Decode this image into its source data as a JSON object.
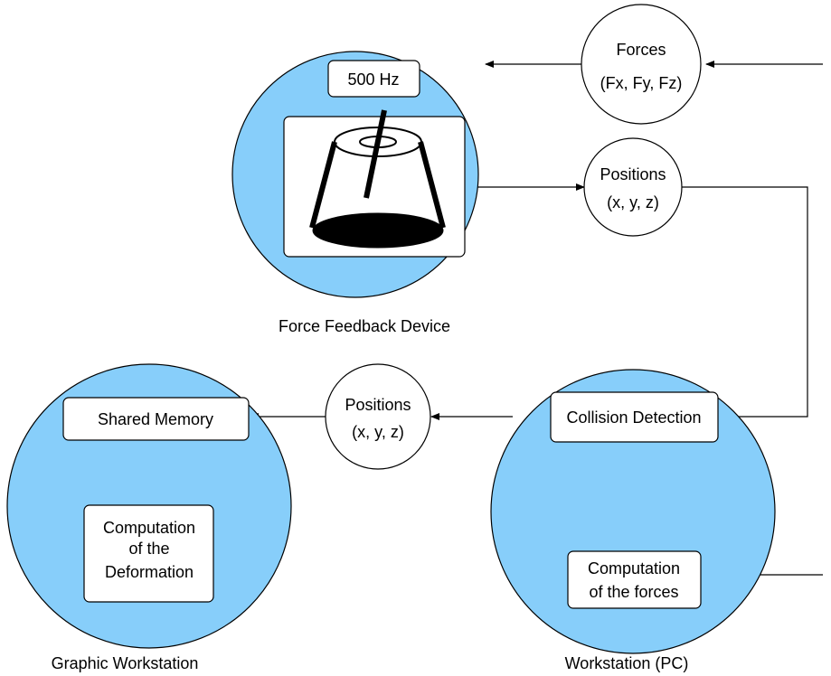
{
  "colors": {
    "node_fill": "#87cefa",
    "stroke": "#000000",
    "box_fill": "#ffffff"
  },
  "force_feedback_device": {
    "caption": "Force Feedback Device",
    "rate_label": "500 Hz",
    "device_icon": "haptic-device-icon"
  },
  "workstation_pc": {
    "caption": "Workstation (PC)",
    "collision_label": "Collision Detection",
    "forces_label_line1": "Computation",
    "forces_label_line2": "of the forces"
  },
  "graphic_workstation": {
    "caption": "Graphic Workstation",
    "shared_memory_label": "Shared Memory",
    "deform_label_line1": "Computation",
    "deform_label_line2": "of the",
    "deform_label_line3": "Deformation"
  },
  "bubbles": {
    "forces_line1": "Forces",
    "forces_line2": "(Fx, Fy, Fz)",
    "positions_top_line1": "Positions",
    "positions_top_line2": "(x, y, z)",
    "positions_mid_line1": "Positions",
    "positions_mid_line2": "(x, y, z)"
  }
}
